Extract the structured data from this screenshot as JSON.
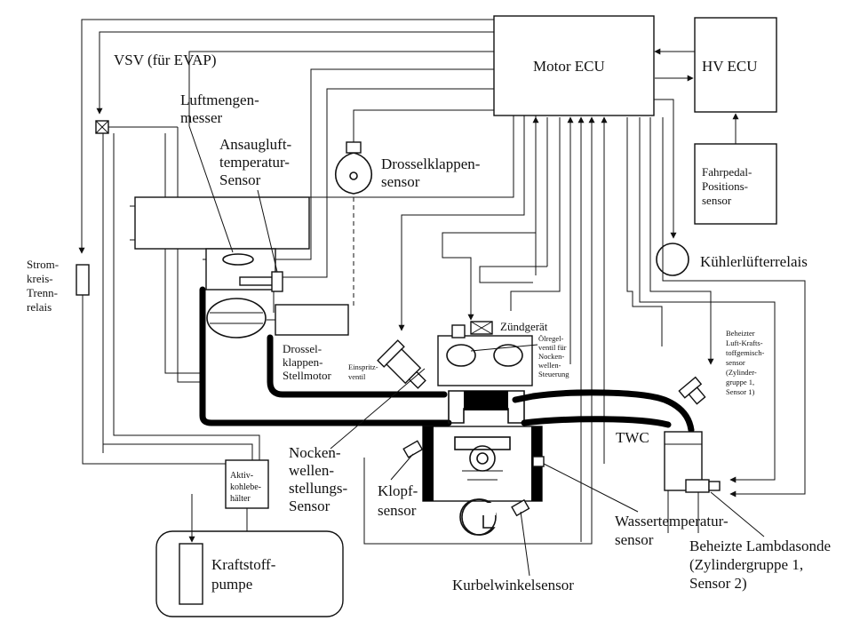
{
  "labels": {
    "motor_ecu": "Motor ECU",
    "hv_ecu": "HV ECU",
    "vsv": "VSV (für EVAP)",
    "luftmengenmesser": [
      "Luftmengen-",
      "messer"
    ],
    "ansaugluft": [
      "Ansaugluft-",
      "temperatur-",
      "Sensor"
    ],
    "drosselklappensensor": [
      "Drosselklappen-",
      "sensor"
    ],
    "fahrpedal": [
      "Fahrpedal-",
      "Positions-",
      "sensor"
    ],
    "kuehlerluefterrelais": "Kühlerlüfterrelais",
    "stromkreis": [
      "Strom-",
      "kreis-",
      "Trenn-",
      "relais"
    ],
    "zuendgeraet": "Zündgerät",
    "oelregel": [
      "Ölregel-",
      "ventil für",
      "Nocken-",
      "wellen-",
      "Steuerung"
    ],
    "drossel_stellmotor": [
      "Drossel-",
      "klappen-",
      "Stellmotor"
    ],
    "einspritzventil": [
      "Einspritz-",
      "ventil"
    ],
    "luft_kraft_sensor": [
      "Beheizter",
      "Luft-Krafts-",
      "toffgemisch-",
      "sensor",
      "(Zylinder-",
      "gruppe 1,",
      "Sensor 1)"
    ],
    "twc": "TWC",
    "nockenwellen": [
      "Nocken-",
      "wellen-",
      "stellungs-",
      "Sensor"
    ],
    "aktivkohle": [
      "Aktiv-",
      "kohlebe-",
      "hälter"
    ],
    "klopfsensor": [
      "Klopf-",
      "sensor"
    ],
    "wassertemp": [
      "Wassertemperatur-",
      "sensor"
    ],
    "lambdasonde": [
      "Beheizte Lambdasonde",
      "(Zylindergruppe 1,",
      "Sensor 2)"
    ],
    "kraftstoffpumpe": [
      "Kraftstoff-",
      "pumpe"
    ],
    "kurbelwinkel": "Kurbelwinkelsensor"
  }
}
